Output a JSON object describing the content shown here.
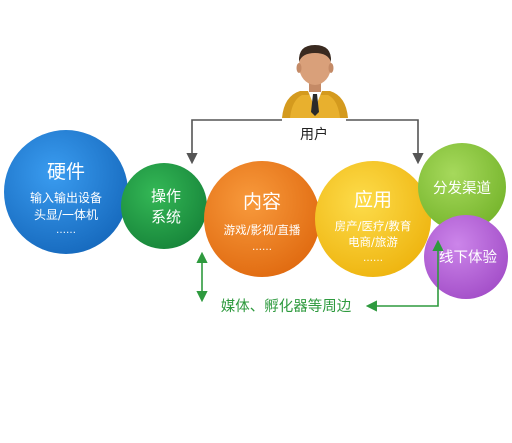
{
  "user": {
    "label": "用户"
  },
  "nodes": {
    "hardware": {
      "title": "硬件",
      "lines": [
        "输入输出设备",
        "头显/一体机",
        "……"
      ],
      "color": "#1f7fd4"
    },
    "os": {
      "title_lines": [
        "操作",
        "系统"
      ],
      "color": "#1e9a3f"
    },
    "content": {
      "title": "内容",
      "lines": [
        "游戏/影视/直播",
        "……"
      ],
      "color": "#ef7a1a"
    },
    "application": {
      "title": "应用",
      "lines": [
        "房产/医疗/教育",
        "电商/旅游",
        "……"
      ],
      "color": "#f6c51a"
    },
    "distribution": {
      "title": "分发渠道",
      "color": "#8cc63f"
    },
    "offline": {
      "title": "线下体验",
      "color": "#b65fd6"
    }
  },
  "peripherals": {
    "label": "媒体、孵化器等周边",
    "color": "#2e9a3e"
  },
  "arrow_color": "#555555"
}
